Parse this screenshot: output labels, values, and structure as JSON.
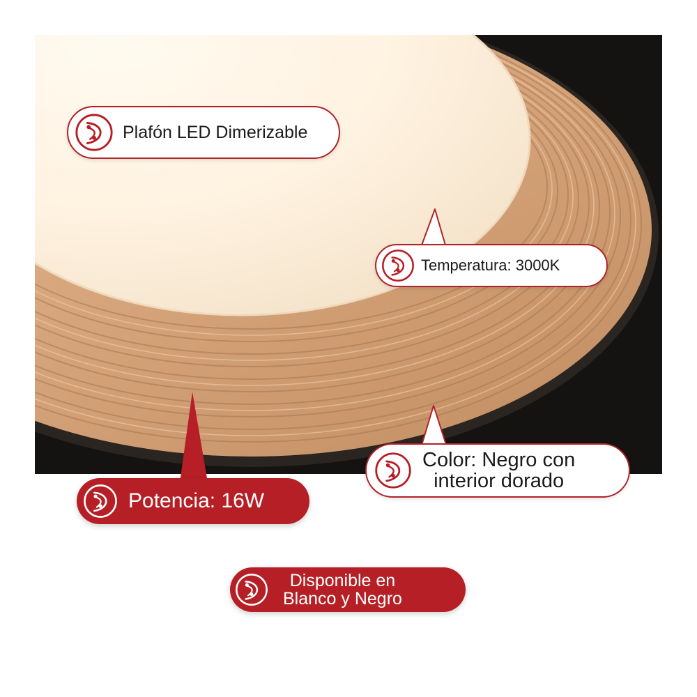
{
  "callouts": {
    "dimmable": {
      "text": "Plafón LED Dimerizable",
      "icon": "led-bulb-icon"
    },
    "temperature": {
      "text": "Temperatura: 3000K",
      "icon": "led-bulb-icon"
    },
    "color": {
      "line1": "Color: Negro con",
      "line2": "interior dorado",
      "icon": "led-bulb-icon"
    },
    "power": {
      "text": "Potencia: 16W",
      "icon": "led-bulb-icon"
    },
    "availability": {
      "line1": "Disponible en",
      "line2": "Blanco y Negro",
      "icon": "led-bulb-icon"
    }
  },
  "colors": {
    "brand_red": "#b51f25",
    "gold": "#d4a176",
    "black_shell": "#151311",
    "light_panel": "#fff6e8"
  }
}
